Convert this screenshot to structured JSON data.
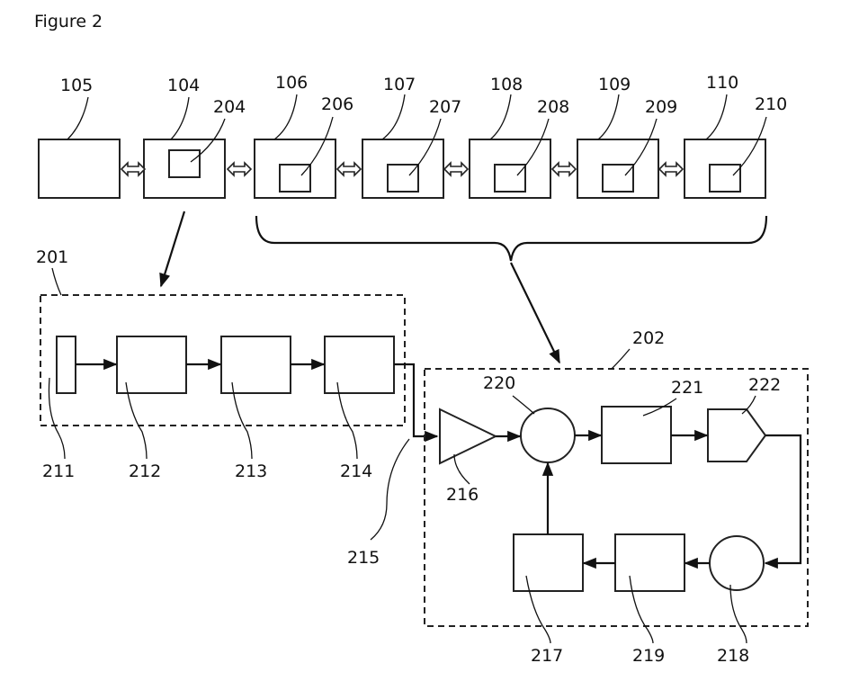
{
  "figure_title": "Figure 2",
  "labels": {
    "l105": "105",
    "l104": "104",
    "l204": "204",
    "l106": "106",
    "l206": "206",
    "l107": "107",
    "l207": "207",
    "l108": "108",
    "l208": "208",
    "l109": "109",
    "l209": "209",
    "l110": "110",
    "l210": "210",
    "l201": "201",
    "l202": "202",
    "l211": "211",
    "l212": "212",
    "l213": "213",
    "l214": "214",
    "l215": "215",
    "l216": "216",
    "l217": "217",
    "l218": "218",
    "l219": "219",
    "l220": "220",
    "l221": "221",
    "l222": "222"
  },
  "colors": {
    "line": "#111111",
    "background": "#ffffff"
  }
}
